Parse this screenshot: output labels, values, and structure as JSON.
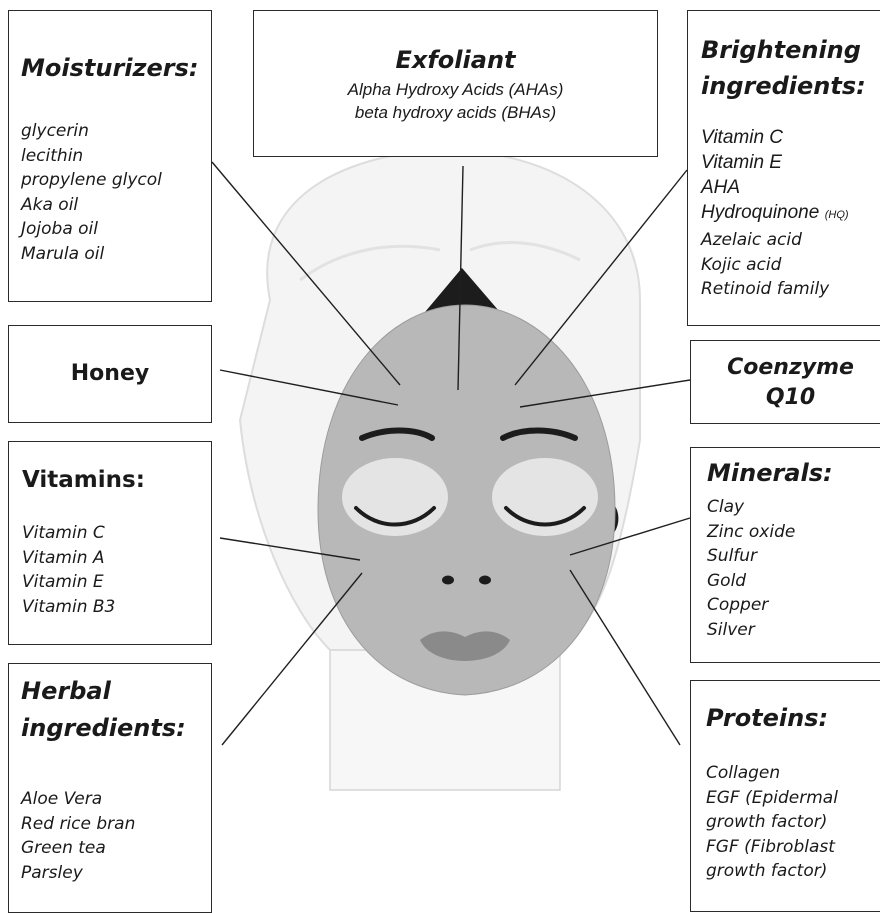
{
  "moisturizers": {
    "title": "Moisturizers:",
    "items": [
      "glycerin",
      "lecithin",
      "propylene glycol",
      "Aka oil",
      "Jojoba oil",
      "Marula oil"
    ]
  },
  "exfoliant": {
    "title": "Exfoliant",
    "items": [
      "Alpha Hydroxy Acids (AHAs)",
      "beta hydroxy acids (BHAs)"
    ]
  },
  "brightening": {
    "title_line1": "Brightening",
    "title_line2": "ingredients:",
    "items_large": [
      "Vitamin C",
      "Vitamin E",
      "AHA",
      "Hydroquinone"
    ],
    "hq_note": "(HQ)",
    "items_small": [
      "Azelaic acid",
      "Kojic acid",
      "Retinoid family"
    ]
  },
  "honey": {
    "title": "Honey"
  },
  "coenzyme": {
    "line1": "Coenzyme",
    "line2": "Q10"
  },
  "vitamins": {
    "title": "Vitamins:",
    "items": [
      "Vitamin C",
      "Vitamin A",
      "Vitamin E",
      "Vitamin B3"
    ]
  },
  "minerals": {
    "title": "Minerals:",
    "items": [
      "Clay",
      "Zinc oxide",
      "Sulfur",
      "Gold",
      "Copper",
      "Silver"
    ]
  },
  "herbal": {
    "title_line1": "Herbal",
    "title_line2": "ingredients:",
    "items": [
      "Aloe Vera",
      "Red rice bran",
      "Green tea",
      "Parsley"
    ]
  },
  "proteins": {
    "title": "Proteins:",
    "items": [
      "Collagen",
      "EGF (Epidermal",
      "growth factor)",
      "FGF (Fibroblast",
      "growth factor)"
    ]
  },
  "colors": {
    "mask": "#b8b8b8",
    "pads": "#e4e4e4",
    "lips": "#8a8a8a",
    "towel": "#f4f4f4",
    "lines": "#1f1f1f"
  }
}
